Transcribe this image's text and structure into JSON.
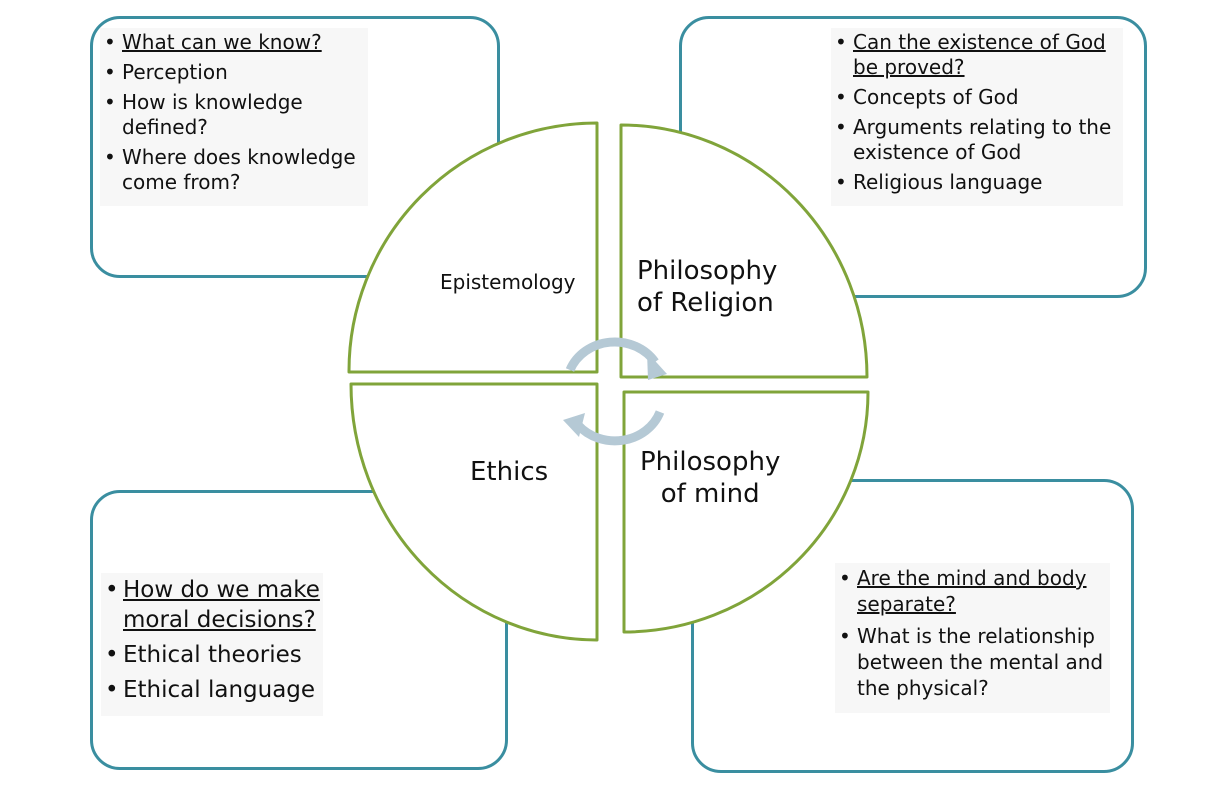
{
  "quadrants": {
    "epistemology": {
      "title": "Epistemology"
    },
    "religion": {
      "title_line1": "Philosophy",
      "title_line2": "of Religion"
    },
    "ethics": {
      "title": "Ethics"
    },
    "mind": {
      "title_line1": "Philosophy",
      "title_line2": "of mind"
    }
  },
  "boxes": {
    "epistemology": [
      "What can we know?",
      "Perception",
      "How is knowledge defined?",
      "Where does knowledge come from?"
    ],
    "religion": [
      "Can the existence of God be proved?",
      "Concepts of God",
      "Arguments relating to the existence of God",
      "Religious language"
    ],
    "ethics": [
      "How do we make moral decisions?",
      "Ethical theories",
      "Ethical language"
    ],
    "mind": [
      "Are the mind and body separate?",
      "What is the relationship between the mental and the physical?"
    ]
  },
  "colors": {
    "box_border": "#3a8ea0",
    "wheel_border": "#80a43a",
    "arrow": "#b5c9d5"
  }
}
